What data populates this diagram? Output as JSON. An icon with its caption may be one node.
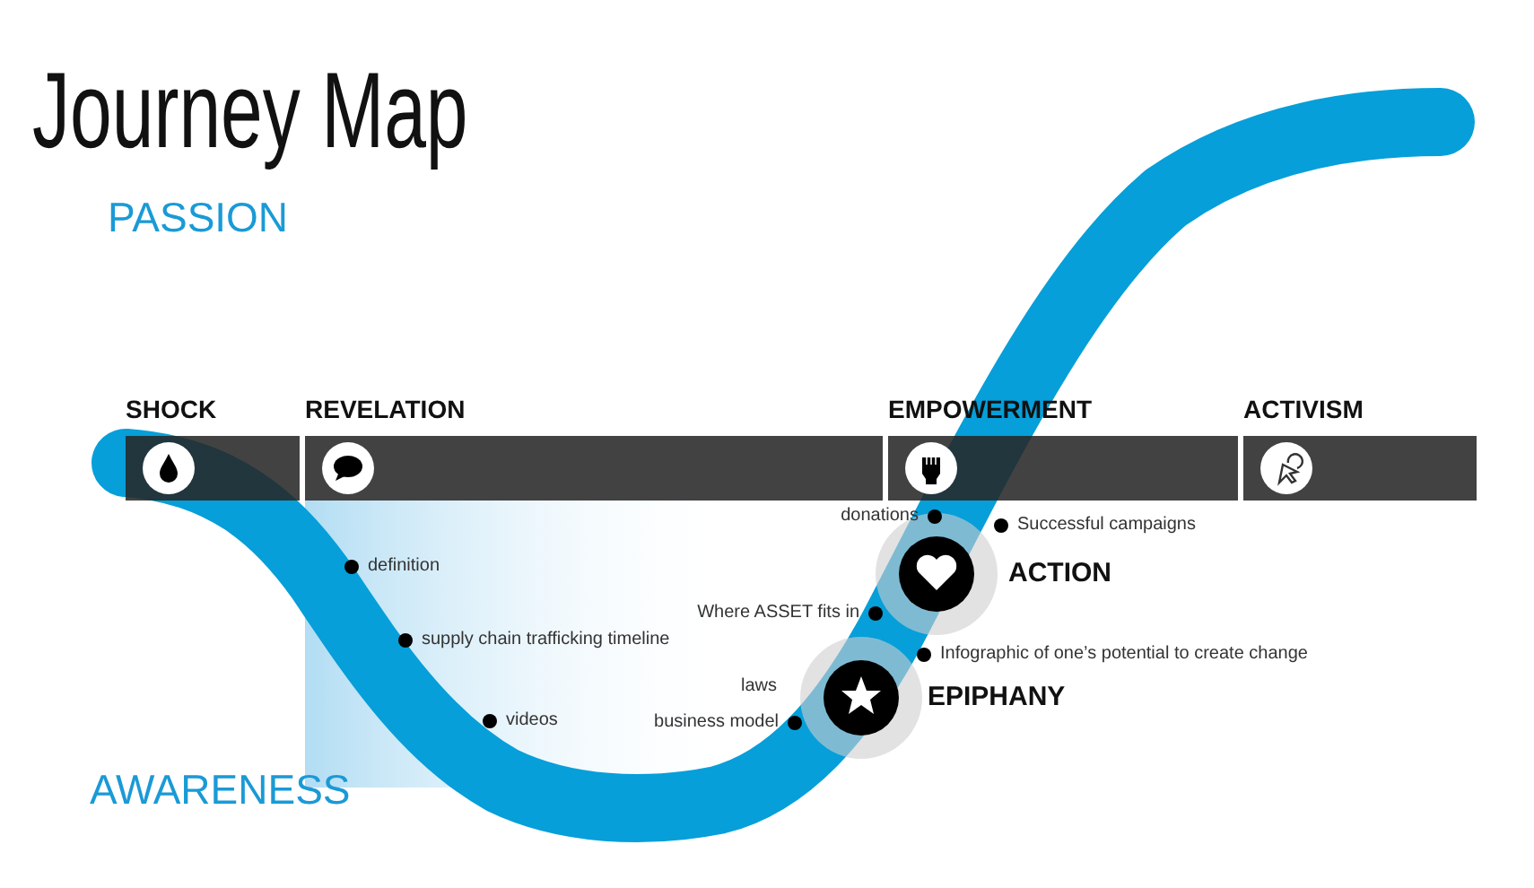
{
  "diagram": {
    "title": "Journey Map",
    "nodes": [
      {
        "text": [
          "SHOCK"
        ]
      },
      {
        "text": [
          "REVELATION"
        ]
      },
      {
        "text": [
          "EMPOWERMENT"
        ]
      },
      {
        "text": [
          "ACTIVISM"
        ]
      },
      {
        "text": [
          "ACTION"
        ]
      },
      {
        "text": [
          "EPIPHANY"
        ]
      }
    ],
    "edges": [],
    "labels": [
      "PASSION",
      "AWARENESS",
      "donations",
      "Successful campaigns",
      "definition",
      "Where ASSET fits in",
      "supply chain trafficking timeline",
      "Infographic of one’s potential to create change",
      "laws",
      "videos",
      "business model"
    ]
  }
}
